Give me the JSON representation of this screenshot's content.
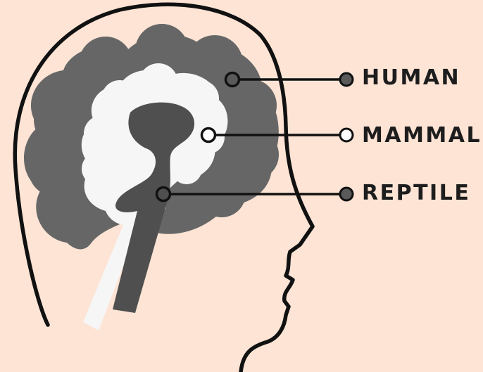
{
  "labels": {
    "human": "HUMAN",
    "mammal": "MAMMAL",
    "reptile": "REPTILE"
  },
  "colors": {
    "background": "#fde4d5",
    "outline": "#111111",
    "human_region": "#666666",
    "mammal_region": "#f6f6f6",
    "reptile_region": "#4f4f4f",
    "marker_dark": "#5a5a5a",
    "marker_light": "#ffffff"
  }
}
